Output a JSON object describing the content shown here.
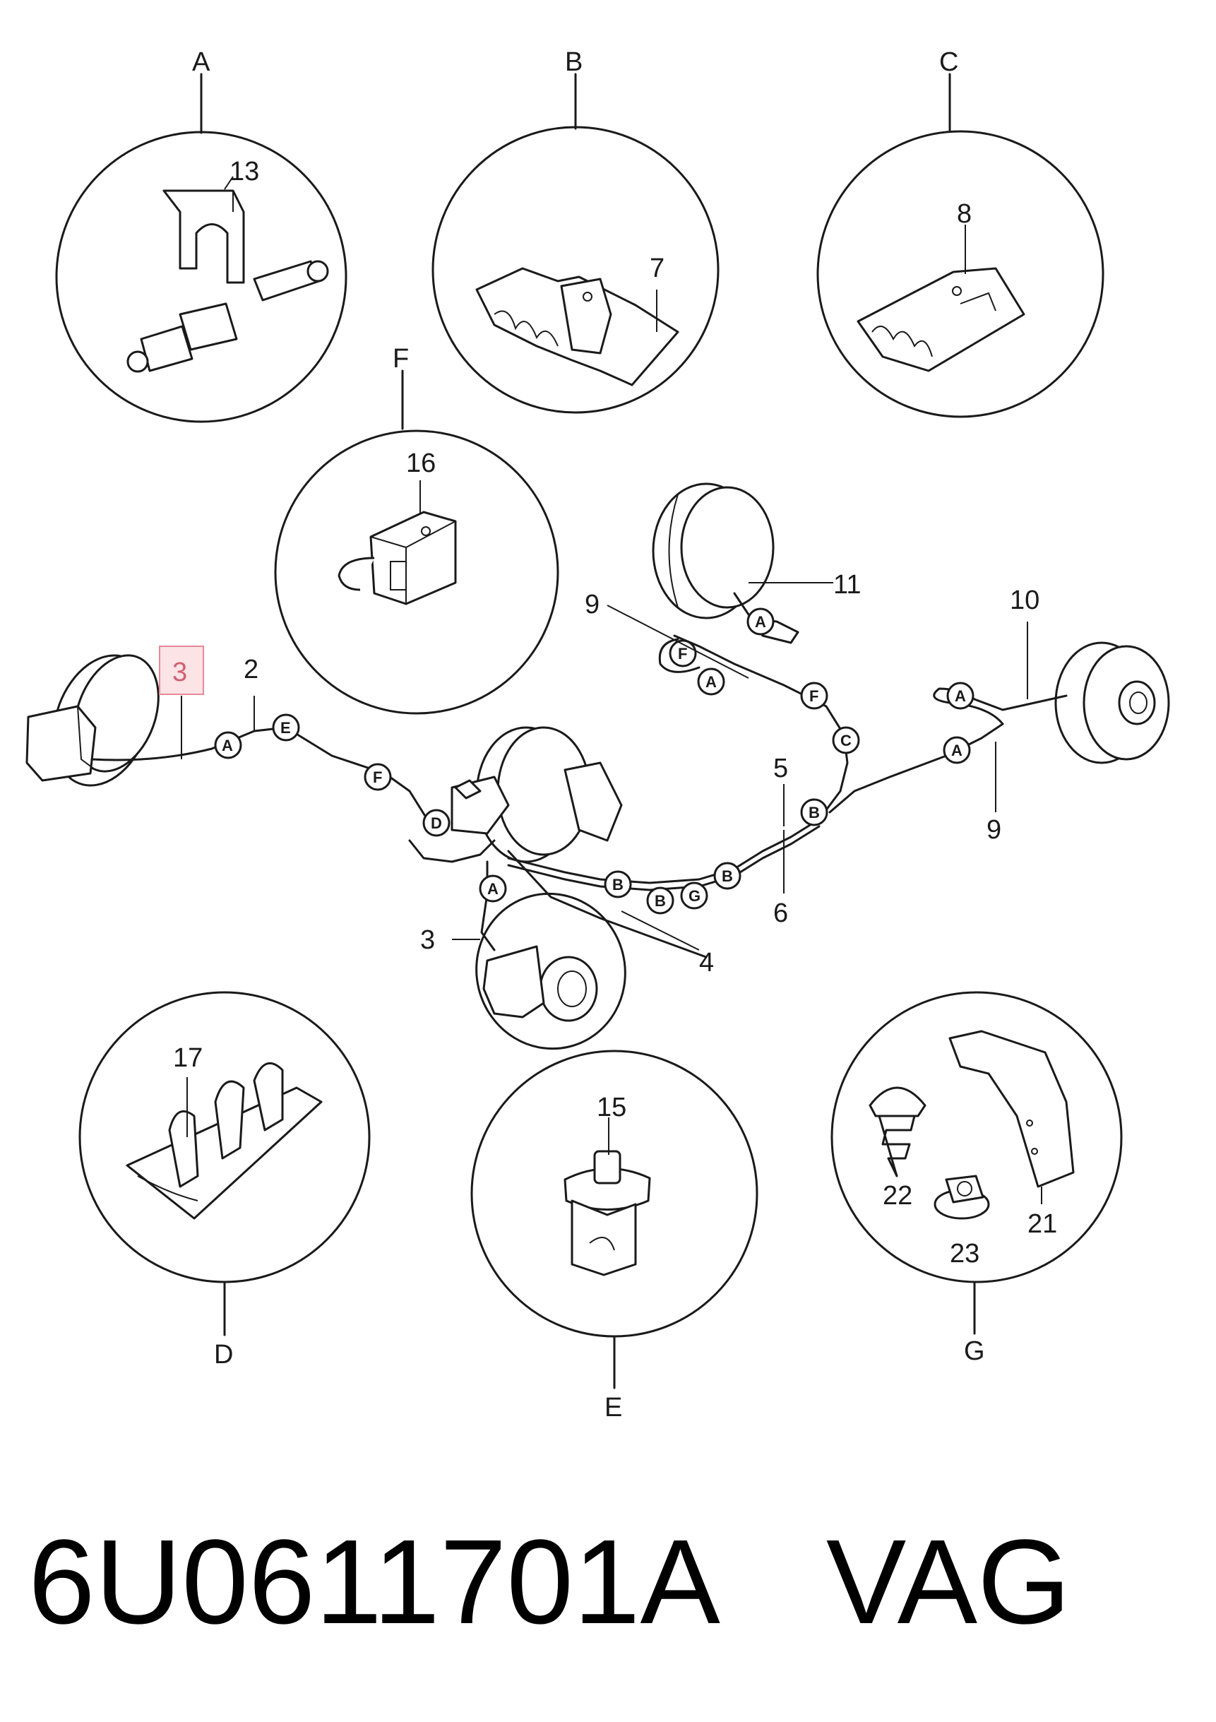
{
  "footer": {
    "part_number": "6U0611701A",
    "brand": "VAG"
  },
  "highlight_label": "3",
  "detail_letters": {
    "a": "A",
    "b": "B",
    "c": "C",
    "d": "D",
    "e": "E",
    "f": "F",
    "g": "G"
  },
  "part_labels": {
    "p2": "2",
    "p3_main": "3",
    "p4": "4",
    "p5": "5",
    "p6": "6",
    "p7": "7",
    "p8": "8",
    "p9_top": "9",
    "p9_right": "9",
    "p10": "10",
    "p11": "11",
    "p13": "13",
    "p15": "15",
    "p16": "16",
    "p17": "17",
    "p21": "21",
    "p22": "22",
    "p23": "23"
  },
  "pipe_markers": [
    "A",
    "E",
    "F",
    "D",
    "A",
    "B",
    "B",
    "G",
    "B",
    "B",
    "C",
    "F",
    "A",
    "F",
    "A",
    "A",
    "A"
  ]
}
